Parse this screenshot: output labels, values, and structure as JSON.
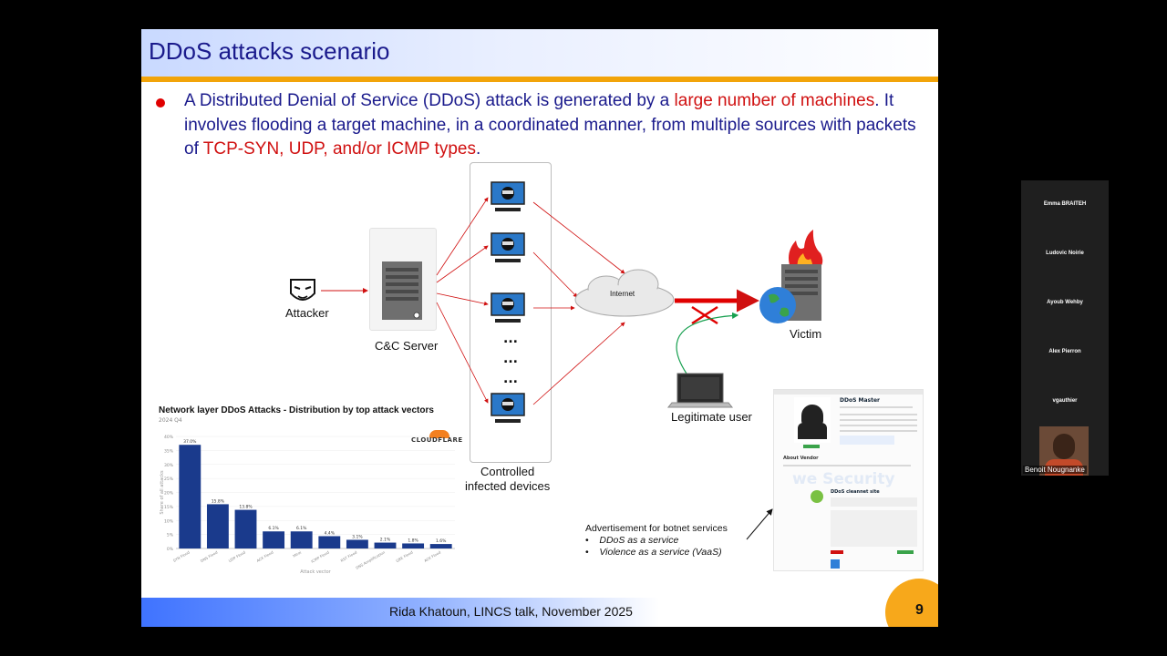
{
  "slide": {
    "title": "DDoS attacks scenario",
    "bullet": {
      "part1": "A Distributed Denial of Service (DDoS) attack is generated by a ",
      "highlight1": "large number of machines",
      "part2": ". It involves flooding a target machine, in a coordinated manner, from multiple sources with packets of ",
      "highlight2": "TCP-SYN, UDP, and/or ICMP types",
      "part3": "."
    },
    "diagram": {
      "attacker": "Attacker",
      "cc_server": "C&C Server",
      "internet": "Internet",
      "victim": "Victim",
      "legit_user": "Legitimate user",
      "controlled_line1": "Controlled",
      "controlled_line2": "infected devices",
      "ellipsis": "..."
    },
    "ad": {
      "heading": "Advertisement for botnet services",
      "items": [
        "DDoS as a service",
        "Violence as a service (VaaS)"
      ],
      "screenshot_title": "DDoS Master",
      "screenshot_about": "About Vendor",
      "screenshot_watermark": "we Security",
      "screenshot_subtitle": "DDoS cleannet site"
    },
    "footer": "Rida Khatoun, LINCS talk, November 2025",
    "page_number": "9",
    "accent_color": "#f2a40a",
    "attack_color": "#d01010"
  },
  "chart_data": {
    "type": "bar",
    "title": "Network layer DDoS Attacks - Distribution by top attack vectors",
    "subtitle": "2024 Q4",
    "brand": "CLOUDFLARE",
    "xlabel": "Attack vector",
    "ylabel": "Share of all attacks",
    "ylim": [
      0,
      40
    ],
    "yticks": [
      "0%",
      "5%",
      "10%",
      "15%",
      "20%",
      "25%",
      "30%",
      "35%",
      "40%"
    ],
    "categories": [
      "SYN Flood",
      "DNS Flood",
      "UDP Flood",
      "ACK Flood",
      "Mirai",
      "ICMP Flood",
      "RST Flood",
      "DNS Amplification",
      "GRE Flood",
      "ACK Flood"
    ],
    "values": [
      37.0,
      15.8,
      13.8,
      6.1,
      6.1,
      4.4,
      3.1,
      2.1,
      1.8,
      1.6
    ],
    "value_labels": [
      "37.0%",
      "15.8%",
      "13.8%",
      "6.1%",
      "6.1%",
      "4.4%",
      "3.1%",
      "2.1%",
      "1.8%",
      "1.6%"
    ],
    "bar_color": "#1a3a8c"
  },
  "participants": {
    "names": [
      "Emma BRAITEH",
      "Ludovic Noirie",
      "Ayoub Wehby",
      "Alex Pierron",
      "vgauthier"
    ],
    "active_speaker": "Benoit Nougnanke"
  }
}
